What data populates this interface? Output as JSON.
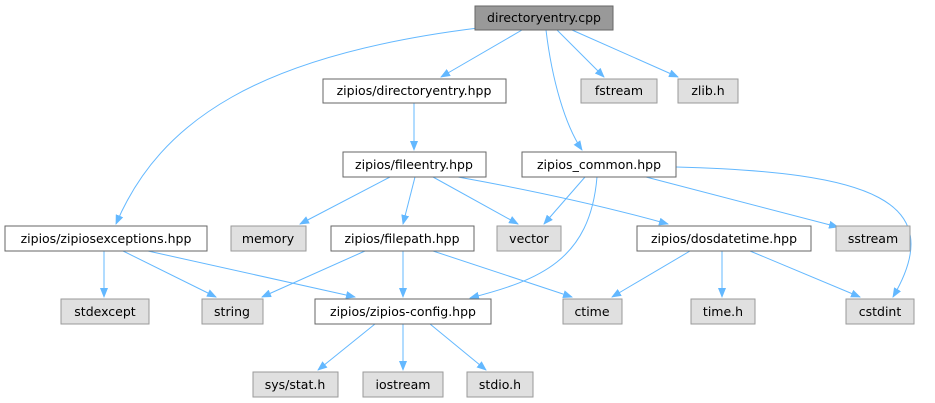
{
  "colors": {
    "root_fill": "#999999",
    "root_stroke": "#666666",
    "header_fill": "#ffffff",
    "header_stroke": "#666666",
    "system_fill": "#e0e0e0",
    "system_stroke": "#999999",
    "edge": "#63b8ff"
  },
  "nodes": {
    "directoryentry_cpp": {
      "label": "directoryentry.cpp",
      "kind": "root"
    },
    "directoryentry_hpp": {
      "label": "zipios/directoryentry.hpp",
      "kind": "header"
    },
    "fstream": {
      "label": "fstream",
      "kind": "system"
    },
    "zlib_h": {
      "label": "zlib.h",
      "kind": "system"
    },
    "fileentry_hpp": {
      "label": "zipios/fileentry.hpp",
      "kind": "header"
    },
    "zipios_common_hpp": {
      "label": "zipios_common.hpp",
      "kind": "header"
    },
    "zipiosexceptions_hpp": {
      "label": "zipios/zipiosexceptions.hpp",
      "kind": "header"
    },
    "memory": {
      "label": "memory",
      "kind": "system"
    },
    "filepath_hpp": {
      "label": "zipios/filepath.hpp",
      "kind": "header"
    },
    "vector": {
      "label": "vector",
      "kind": "system"
    },
    "dosdatetime_hpp": {
      "label": "zipios/dosdatetime.hpp",
      "kind": "header"
    },
    "sstream": {
      "label": "sstream",
      "kind": "system"
    },
    "stdexcept": {
      "label": "stdexcept",
      "kind": "system"
    },
    "string": {
      "label": "string",
      "kind": "system"
    },
    "zipios_config_hpp": {
      "label": "zipios/zipios-config.hpp",
      "kind": "header"
    },
    "ctime": {
      "label": "ctime",
      "kind": "system"
    },
    "time_h": {
      "label": "time.h",
      "kind": "system"
    },
    "cstdint": {
      "label": "cstdint",
      "kind": "system"
    },
    "sys_stat_h": {
      "label": "sys/stat.h",
      "kind": "system"
    },
    "iostream": {
      "label": "iostream",
      "kind": "system"
    },
    "stdio_h": {
      "label": "stdio.h",
      "kind": "system"
    }
  }
}
